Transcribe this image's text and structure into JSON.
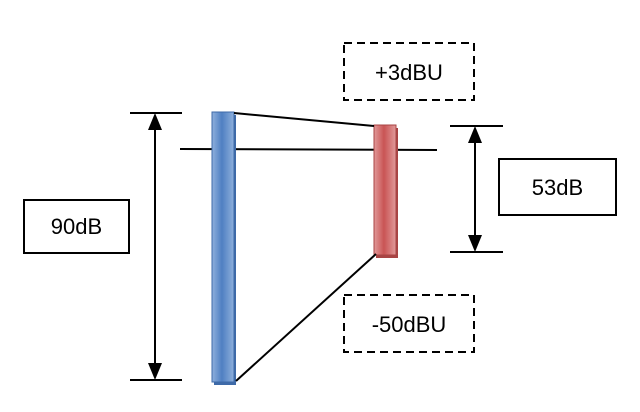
{
  "labels": {
    "full_range": "90dB",
    "sub_range": "53dB",
    "top_level": "+3dBU",
    "bottom_level": "-50dBU"
  },
  "colors": {
    "blue_bar": "#5b86c5",
    "blue_bar_edge": "#3e6aa8",
    "red_bar": "#cc5c5c",
    "red_bar_edge": "#a84444",
    "line": "#000000",
    "background": "#ffffff"
  }
}
